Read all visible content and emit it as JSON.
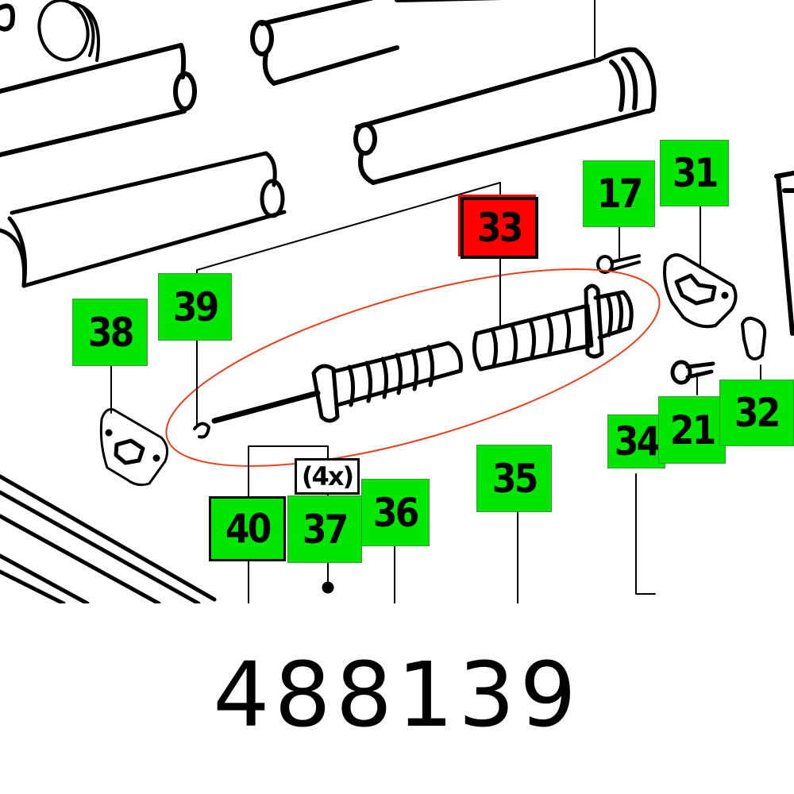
{
  "diagram": {
    "type": "exploded-parts-view",
    "highlight_color": "#ff0000",
    "label_color": "#00e600",
    "ellipse_color": "#e8401c",
    "highlighted_part": "33",
    "labels": [
      {
        "id": "33",
        "highlighted": true
      },
      {
        "id": "17"
      },
      {
        "id": "31"
      },
      {
        "id": "38"
      },
      {
        "id": "39"
      },
      {
        "id": "40",
        "outlined": true
      },
      {
        "id": "37"
      },
      {
        "id": "36"
      },
      {
        "id": "35"
      },
      {
        "id": "34"
      },
      {
        "id": "21"
      },
      {
        "id": "32"
      }
    ],
    "quantity_note": "(4x)"
  },
  "part_number": "488139"
}
